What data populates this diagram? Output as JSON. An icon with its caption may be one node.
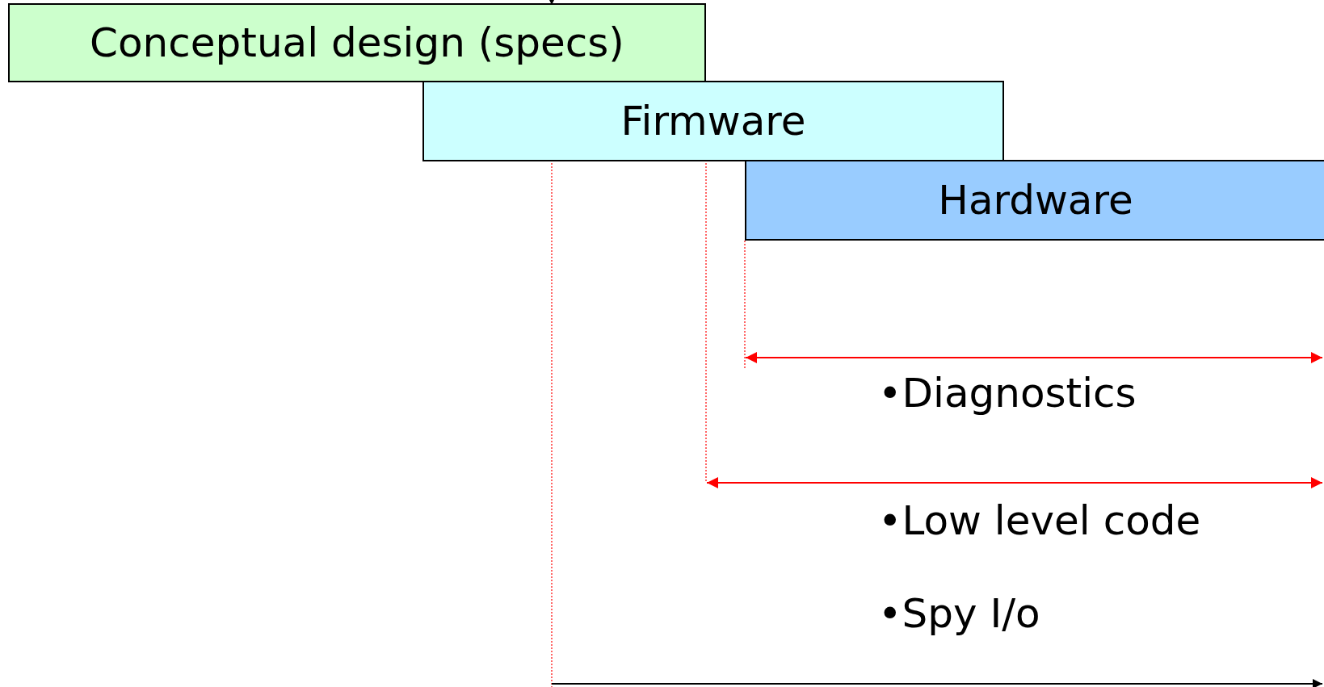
{
  "diagram": {
    "nodes": [
      {
        "text": [
          "Conceptual design (specs)"
        ]
      },
      {
        "text": [
          "Firmware"
        ]
      },
      {
        "text": [
          "Hardware"
        ]
      }
    ],
    "labels": [
      "•Diagnostics",
      "•Low level code",
      "•Spy I/o"
    ]
  }
}
